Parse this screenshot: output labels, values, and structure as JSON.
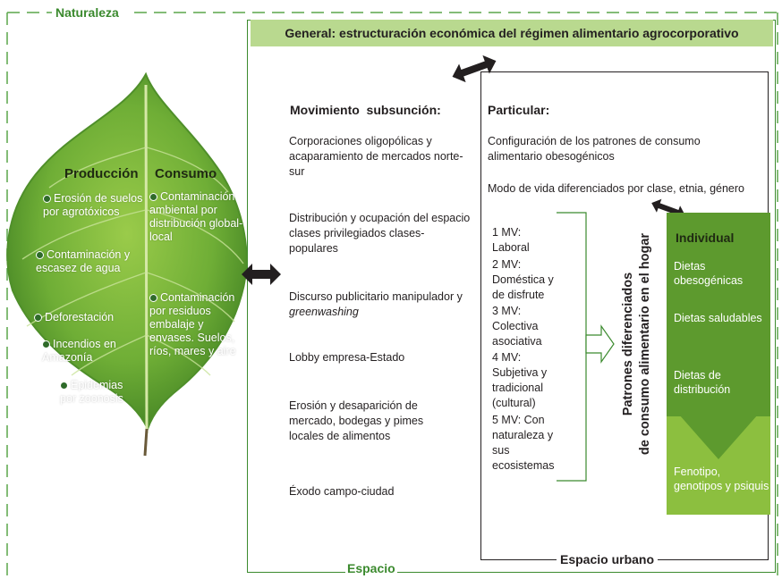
{
  "naturaleza_label": "Naturaleza",
  "espacio_label": "Espacio",
  "espacio_urbano_label": "Espacio urbano",
  "general_title": "General: estructuración económica del régimen alimentario agrocorporativo",
  "leaf": {
    "produccion_title": "Producción",
    "consumo_title": "Consumo",
    "produccion_items": [
      "Erosión de suelos por agrotóxicos",
      "Contaminación y escasez de agua",
      "Deforestación",
      "Incendios en Amazonía",
      "Epidemias por zoonosis"
    ],
    "consumo_items": [
      "Contaminación ambiental por distribución global-local",
      "Contaminación por residuos embalaje y envases. Suelos, ríos, mares y aire"
    ]
  },
  "movimiento": {
    "title": "Movimiento  subsunción:",
    "items": [
      "Corporaciones oligopólicas y acaparamiento de mercados norte-sur",
      "Distribución y ocupación del espacio clases privilegiados clases-populares",
      "Discurso publicitario manipulador y",
      "greenwashing",
      "Lobby empresa-Estado",
      "Erosión y desaparición de mercado, bodegas y pimes locales de alimentos",
      "Éxodo campo-ciudad"
    ]
  },
  "particular": {
    "title": "Particular:",
    "config": "Configuración de los patrones de consumo alimentario obesogénicos",
    "modo": "Modo de vida diferenciados por clase, etnia, género",
    "mv_items": [
      "1 MV: Laboral",
      "2 MV: Doméstica y de disfrute",
      "3 MV: Colectiva asociativa",
      "4 MV: Subjetiva y tradicional (cultural)",
      "5 MV: Con naturaleza y sus ecosistemas"
    ],
    "vertical_label_1": "Patrones diferenciados",
    "vertical_label_2": "de consumo alimentario en el hogar"
  },
  "individual": {
    "title": "Individual",
    "items": [
      "Dietas obesogénicas",
      "Dietas saludables",
      "Dietas de distribución"
    ],
    "footer": "Fenotipo, genotipos y psiquis"
  },
  "colors": {
    "accent_green": "#3b8a2e",
    "dark_green": "#5d9a2e",
    "light_green": "#8cbf3f",
    "arrow": "#231f20"
  }
}
